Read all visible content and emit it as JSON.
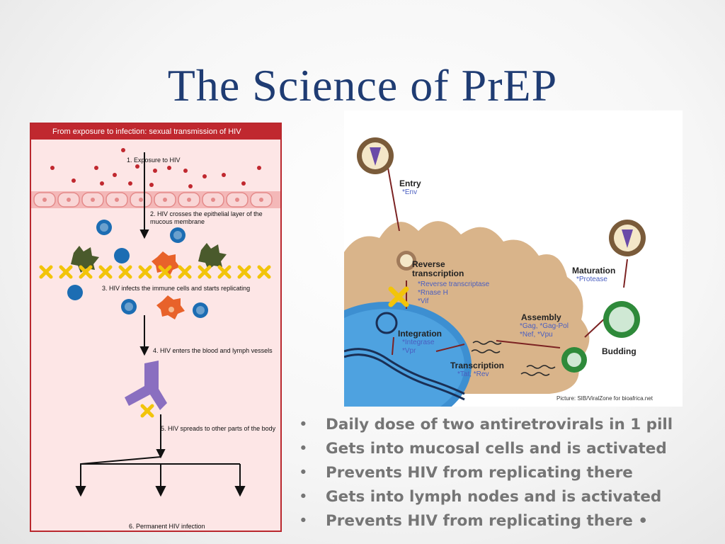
{
  "title": "The Science of PrEP",
  "left_figure": {
    "header": "From exposure to infection: sexual transmission of HIV",
    "steps": [
      "1. Exposure to HIV",
      "2. HIV crosses the epithelial layer of the mucous membrane",
      "3. HIV infects the immune cells and starts replicating",
      "4. HIV enters the blood and lymph vessels",
      "5. HIV spreads to other parts of the body",
      "6. Permanent HIV infection"
    ]
  },
  "right_figure": {
    "stages": [
      {
        "name": "Entry",
        "proteins": "*Env"
      },
      {
        "name": "Reverse transcription",
        "proteins": "*Reverse transcriptase\n*Rnase H\n*Vif"
      },
      {
        "name": "Integration",
        "proteins": "*Integrase\n*Vpr"
      },
      {
        "name": "Transcription",
        "proteins": "*Tat, *Rev"
      },
      {
        "name": "Assembly",
        "proteins": "*Gag, *Gag-Pol\n*Nef, *Vpu"
      },
      {
        "name": "Budding",
        "proteins": ""
      },
      {
        "name": "Maturation",
        "proteins": "*Protease"
      }
    ],
    "credit": "Picture: SIB/ViralZone for bioafrica.net"
  },
  "bullets": [
    "Daily dose of two antiretrovirals in 1 pill",
    "Gets into mucosal cells and is activated",
    "Prevents HIV from replicating there",
    "Gets into lymph nodes and is activated",
    "Prevents HIV from replicating there •"
  ],
  "bullet_glyph": "•",
  "colors": {
    "title": "#1f3c73",
    "left_border": "#b9282e",
    "block_marker": "#f2c40a",
    "bullet_text": "#757575"
  }
}
